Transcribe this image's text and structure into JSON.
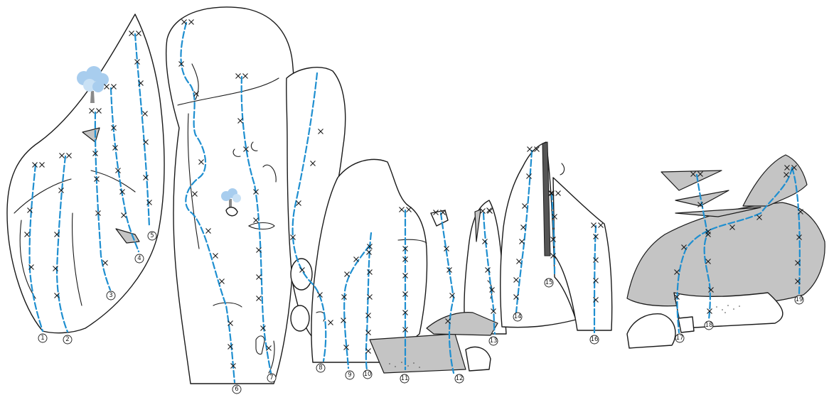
{
  "diagram": {
    "type": "climbing-topo",
    "route_color": "#1f8fd0",
    "rock_shade_color": "#c4c4c4",
    "bolt_icon": "x-bolt-icon",
    "anchor_icon": "double-x-anchor-icon",
    "tree_icon": "tree-icon",
    "route_numbers": [
      "①",
      "②",
      "③",
      "④",
      "⑤",
      "⑥",
      "⑦",
      "⑧",
      "⑨",
      "⑩",
      "⑪",
      "⑫",
      "⑬",
      "⑭",
      "⑮",
      "⑯",
      "⑰",
      "⑱",
      "⑲"
    ]
  }
}
